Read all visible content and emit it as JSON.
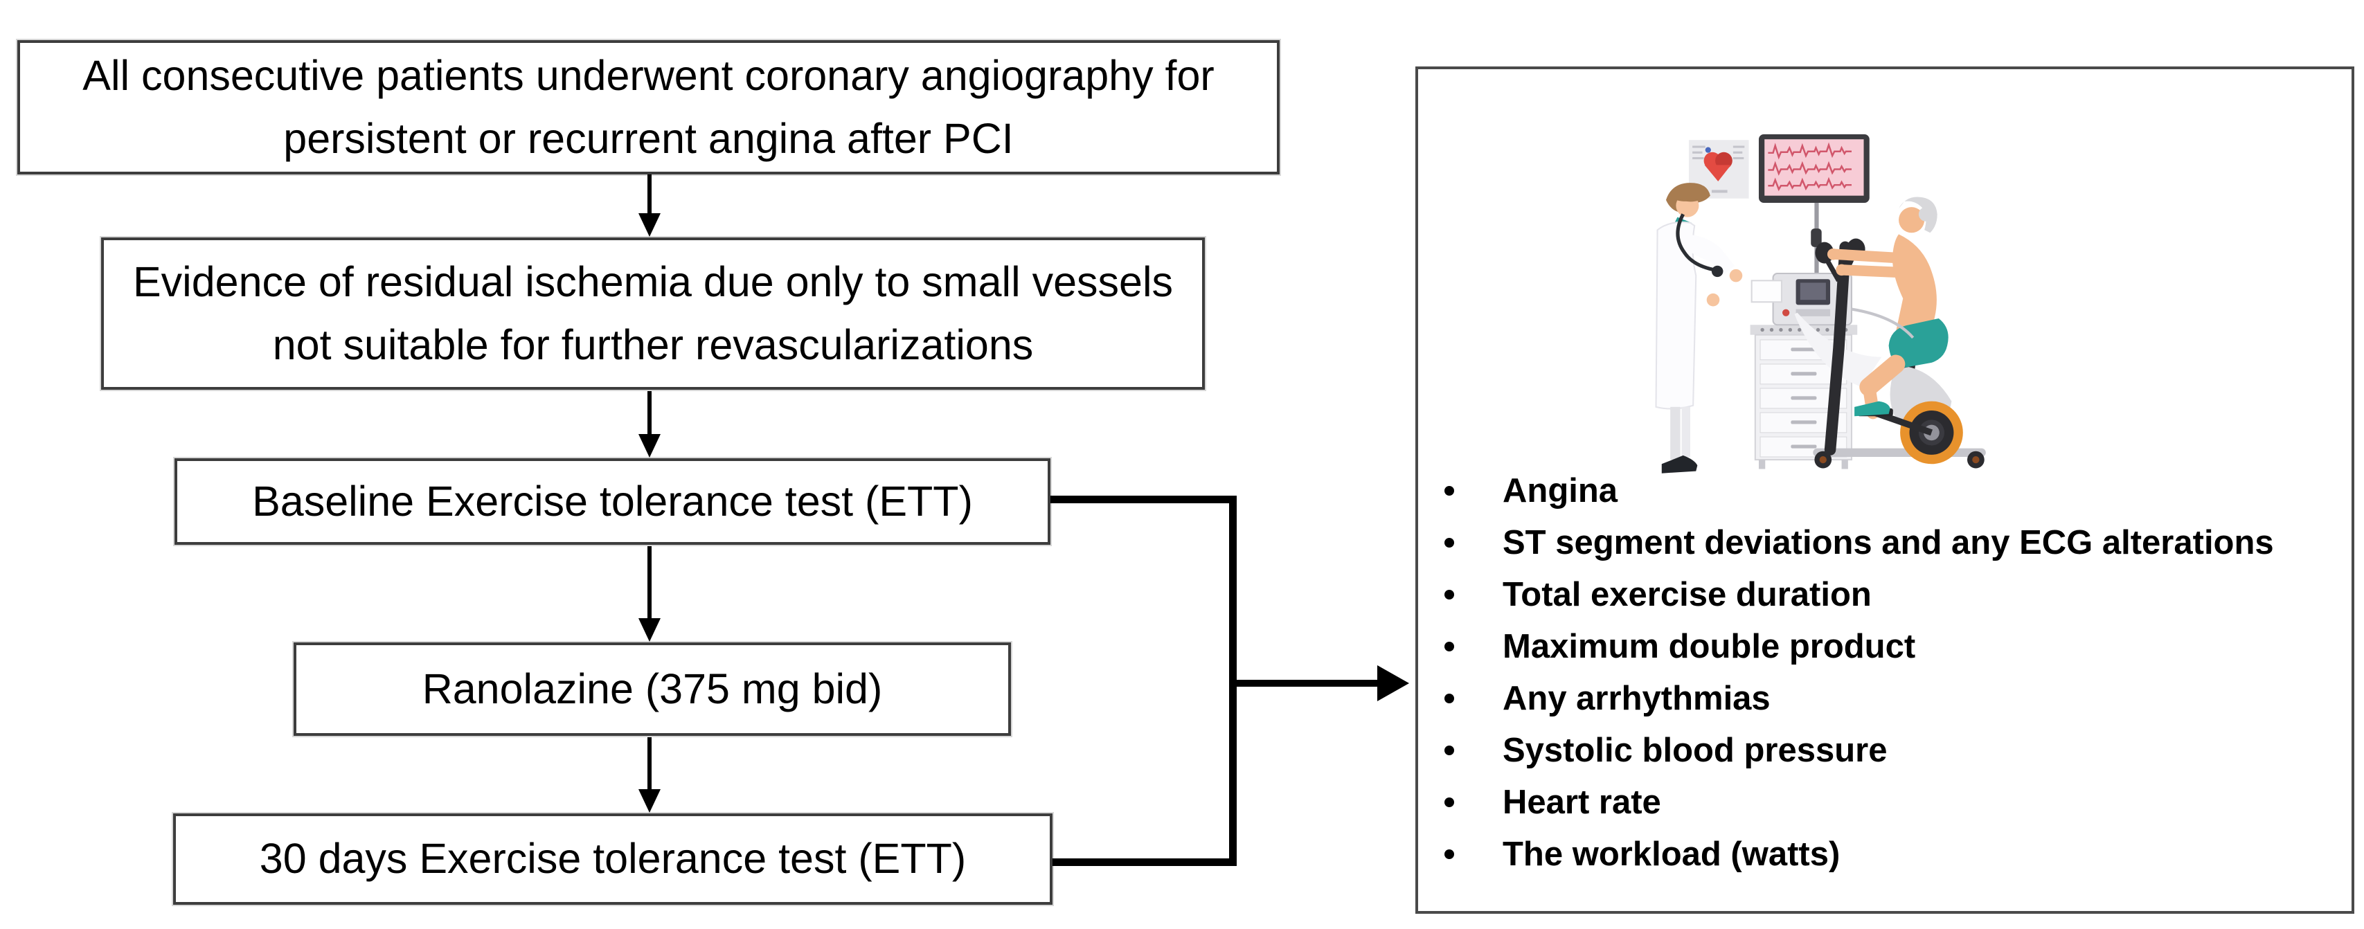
{
  "figure": {
    "flowchart": {
      "steps": [
        {
          "label": "All consecutive patients underwent coronary angiography for persistent or recurrent angina after PCI"
        },
        {
          "label": "Evidence of residual ischemia due only to small vessels not suitable for further revascularizations"
        },
        {
          "label": "Baseline Exercise tolerance test (ETT)"
        },
        {
          "label": "Ranolazine (375 mg bid)"
        },
        {
          "label": "30 days Exercise tolerance test (ETT)"
        }
      ]
    },
    "outcomes_panel": {
      "illustration": "doctor-monitoring-patient-on-exercise-bike-ecg",
      "bullets": [
        "Angina",
        "ST segment deviations and any ECG alterations",
        "Total exercise duration",
        "Maximum double product",
        "Any arrhythmias",
        "Systolic blood pressure",
        "Heart rate",
        "The workload (watts)"
      ]
    },
    "colors": {
      "text": "#000000",
      "box_border": "#3d3d3d",
      "panel_border": "#4a4a4a",
      "arrow": "#000000",
      "illustration_teal": "#2aa198",
      "illustration_orange": "#e8922c",
      "illustration_skin": "#f3b98d",
      "illustration_screen_pink": "#f7ccd6",
      "illustration_heart_red": "#e34b42"
    }
  }
}
